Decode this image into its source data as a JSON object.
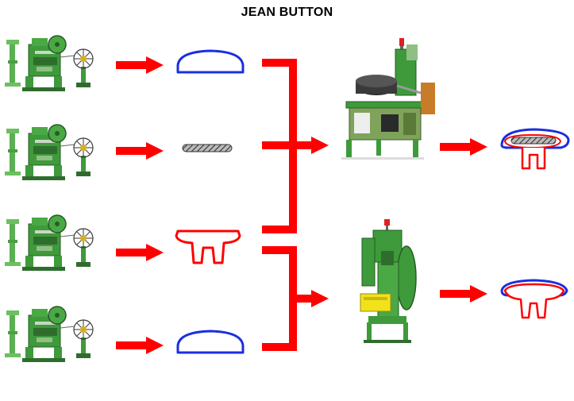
{
  "title": "JEAN BUTTON",
  "colors": {
    "arrow": "#ff0000",
    "cap_outline": "#1a2ee0",
    "post_outline": "#ff0000",
    "machine_green": "#3e9a3a",
    "machine_dark": "#2f6d2e",
    "machine_frame": "#7fa35b",
    "assembly_yellow": "#f2e21b",
    "beacon": "#e02020",
    "hatch": "#333333"
  },
  "icons": {
    "press_machine": "stamping-press-icon",
    "coil_feeder": "coil-feeder-icon",
    "cap_part": "dome-cap-icon",
    "washer_part": "hatched-washer-icon",
    "post_part": "t-post-icon",
    "assembly_machine": "auto-assembly-machine-icon",
    "riveting_press": "riveting-press-icon",
    "finished_button": "assembled-button-icon"
  },
  "rows": [
    {
      "part": "cap"
    },
    {
      "part": "washer"
    },
    {
      "part": "post"
    },
    {
      "part": "cap"
    }
  ],
  "outputs": [
    {
      "type": "full-button"
    },
    {
      "type": "cap-and-post"
    }
  ]
}
